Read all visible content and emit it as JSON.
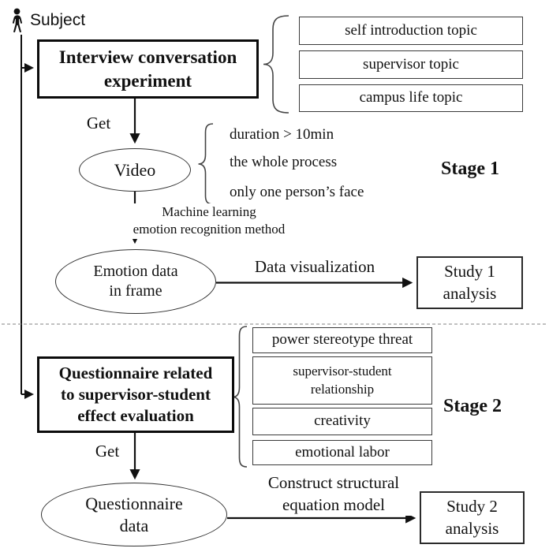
{
  "subject": {
    "label": "Subject"
  },
  "stage1": {
    "interview_box": "Interview conversation\nexperiment",
    "topics": [
      "self introduction topic",
      "supervisor topic",
      "campus life topic"
    ],
    "get_label": "Get",
    "video": "Video",
    "video_notes": [
      "duration > 10min",
      "the whole process",
      "only one person’s face"
    ],
    "stage_label": "Stage 1",
    "ml_label": "Machine learning\nemotion recognition method",
    "emotion_ellipse": "Emotion data\nin frame",
    "dataviz_label": "Data visualization",
    "study_box": "Study 1\nanalysis"
  },
  "stage2": {
    "questionnaire_box": "Questionnaire related\nto supervisor-student\neffect evaluation",
    "factors": [
      "power stereotype threat",
      "supervisor-student\nrelationship",
      "creativity",
      "emotional labor"
    ],
    "stage_label": "Stage 2",
    "get_label": "Get",
    "data_ellipse": "Questionnaire\ndata",
    "sem_label": "Construct structural\nequation model",
    "study_box": "Study 2\nanalysis"
  }
}
